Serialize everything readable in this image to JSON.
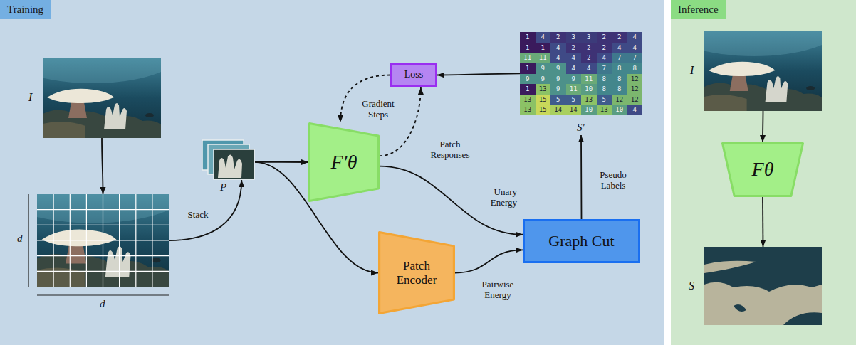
{
  "diagram": {
    "nodes": [
      {
        "text": [
          "Training"
        ]
      },
      {
        "text": [
          "I"
        ],
        "in": 0
      },
      {
        "text": [
          "d",
          "d"
        ],
        "in": 0
      },
      {
        "text": [
          "P"
        ],
        "in": 0
      },
      {
        "text": [
          "F′θ"
        ],
        "in": 0
      },
      {
        "text": [
          "Loss"
        ],
        "in": 0
      },
      {
        "text": [
          "Patch Encoder"
        ],
        "in": 0
      },
      {
        "text": [
          "Graph Cut"
        ],
        "in": 0
      },
      {
        "text": [
          "S′"
        ],
        "in": 0
      },
      {
        "text": [
          "Inference"
        ]
      },
      {
        "text": [
          "I"
        ],
        "in": 9
      },
      {
        "text": [
          "Fθ"
        ],
        "in": 9
      },
      {
        "text": [
          "S"
        ],
        "in": 9
      }
    ],
    "edges": [
      {
        "from": 1,
        "to": 2,
        "arrow": "to"
      },
      {
        "from": 2,
        "to": 3,
        "label": "Stack",
        "arrow": "to"
      },
      {
        "from": 3,
        "to": 4,
        "arrow": "to"
      },
      {
        "from": 3,
        "to": 6,
        "arrow": "to"
      },
      {
        "from": 4,
        "to": 7,
        "label": "Unary Energy",
        "arrow": "to"
      },
      {
        "from": 6,
        "to": 7,
        "label": "Pairwise Energy",
        "arrow": "to"
      },
      {
        "from": 7,
        "to": 8,
        "label": "Pseudo Labels",
        "arrow": "to"
      },
      {
        "from": 8,
        "to": 5,
        "arrow": "to"
      },
      {
        "from": 5,
        "to": 4,
        "label": "Gradient Steps",
        "arrow": "to"
      },
      {
        "from": 4,
        "to": 5,
        "label": "Patch Responses",
        "arrow": "to"
      },
      {
        "from": 10,
        "to": 11,
        "arrow": "to"
      },
      {
        "from": 11,
        "to": 12,
        "arrow": "to"
      }
    ],
    "labels": [
      "1",
      "4",
      "2",
      "3",
      "3",
      "2",
      "2",
      "4",
      "1",
      "1",
      "4",
      "2",
      "2",
      "2",
      "4",
      "4",
      "11",
      "11",
      "4",
      "4",
      "2",
      "4",
      "7",
      "7",
      "1",
      "9",
      "9",
      "4",
      "4",
      "7",
      "8",
      "8",
      "9",
      "9",
      "9",
      "9",
      "11",
      "8",
      "8",
      "12",
      "1",
      "13",
      "9",
      "11",
      "10",
      "8",
      "8",
      "12",
      "13",
      "15",
      "5",
      "5",
      "13",
      "5",
      "12",
      "12",
      "13",
      "15",
      "14",
      "14",
      "10",
      "13",
      "10",
      "4"
    ]
  }
}
